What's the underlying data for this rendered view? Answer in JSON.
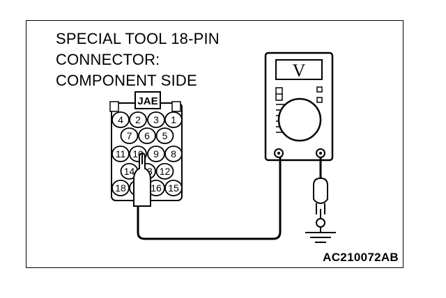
{
  "title_lines": [
    "SPECIAL TOOL 18-PIN",
    "CONNECTOR:",
    "COMPONENT SIDE"
  ],
  "connector": {
    "label": "JAE",
    "rows": [
      [
        "4",
        "2",
        "3",
        "1"
      ],
      [
        "7",
        "6",
        "5"
      ],
      [
        "11",
        "10",
        "9",
        "8"
      ],
      [
        "14",
        "13",
        "12"
      ],
      [
        "18",
        "",
        "16",
        "15"
      ]
    ]
  },
  "meter": {
    "display": "V"
  },
  "figure_code": "AC210072AB"
}
